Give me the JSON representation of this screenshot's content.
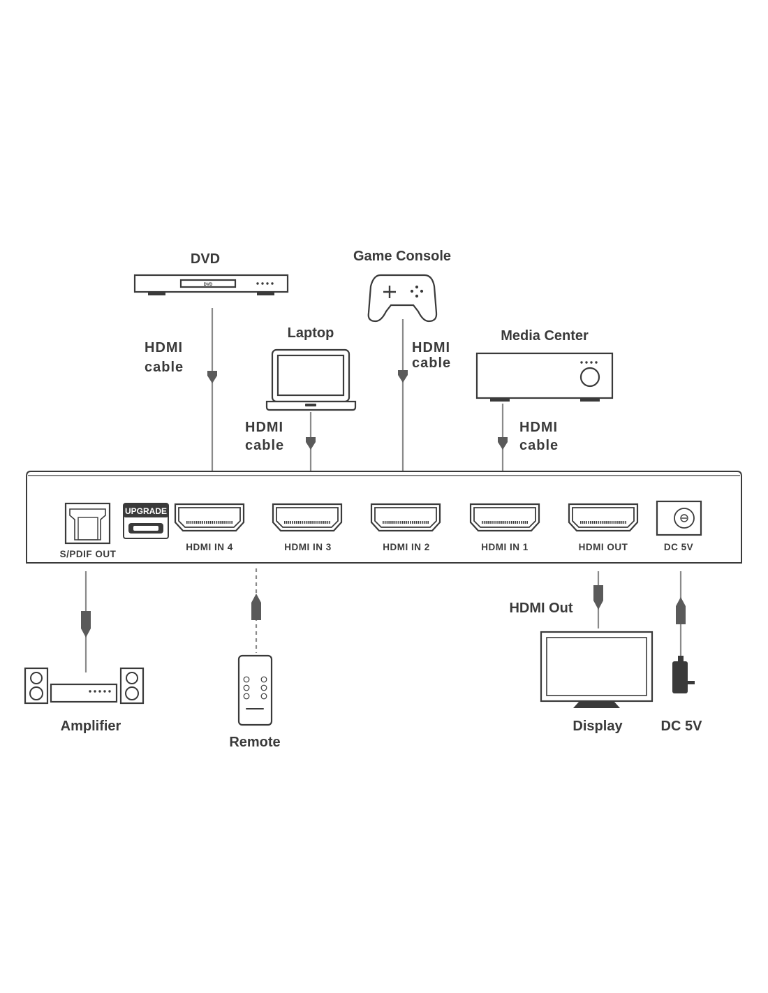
{
  "devices": {
    "dvd": "DVD",
    "dvd_tray": "DVD",
    "game_console": "Game Console",
    "laptop": "Laptop",
    "media_center": "Media Center",
    "amplifier": "Amplifier",
    "remote": "Remote",
    "display": "Display",
    "power": "DC 5V"
  },
  "cables": {
    "dvd": [
      "HDMI",
      "cable"
    ],
    "laptop": [
      "HDMI",
      "cable"
    ],
    "game_console": [
      "HDMI",
      "cable"
    ],
    "media_center": [
      "HDMI",
      "cable"
    ],
    "output": "HDMI Out"
  },
  "switch": {
    "upgrade": "UPGRADE",
    "ports": [
      "S/PDIF OUT",
      "HDMI IN 4",
      "HDMI IN 3",
      "HDMI IN 2",
      "HDMI IN 1",
      "HDMI OUT",
      "DC 5V"
    ]
  },
  "colors": {
    "stroke": "#3a3a3a",
    "line": "#8a8a8a",
    "arrow": "#5a5a5a"
  }
}
